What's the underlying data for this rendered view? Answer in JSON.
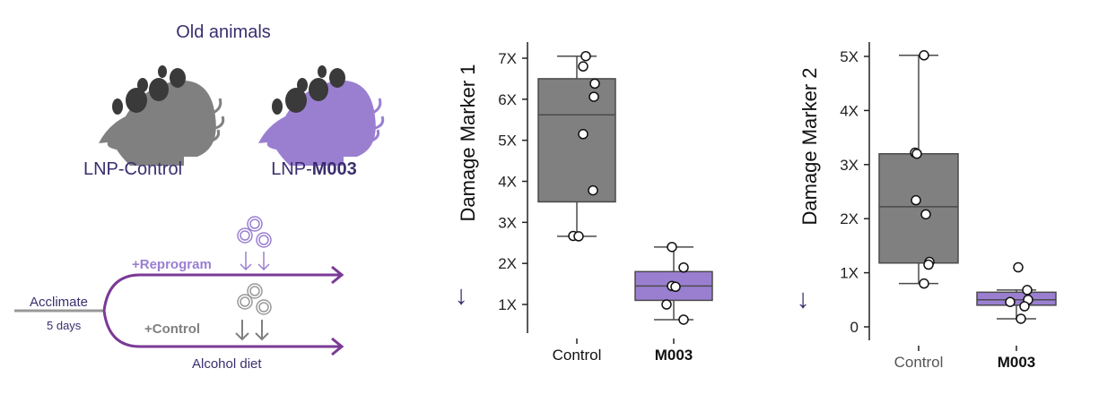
{
  "colors": {
    "navy": "#3b2e6e",
    "purple": "#9a7fd1",
    "purple_dark": "#7b3a96",
    "gray": "#808080",
    "dark": "#3a3a3a"
  },
  "diagram": {
    "title": "Old animals",
    "group_control_prefix": "LNP-Control",
    "group_treated_prefix": "LNP-",
    "group_treated_bold": "M003",
    "acclimate": "Acclimate",
    "acclimate_duration": "5 days",
    "branch_reprogram": "+Reprogram",
    "branch_control": "+Control",
    "diet": "Alcohol diet"
  },
  "chart_data": [
    {
      "type": "box",
      "ylabel": "Damage Marker 1",
      "ylabel_arrow": "↓",
      "yticks": [
        1,
        2,
        3,
        4,
        5,
        6,
        7
      ],
      "ytick_labels": [
        "1X",
        "2X",
        "3X",
        "4X",
        "5X",
        "6X",
        "7X"
      ],
      "ylim": [
        0.3,
        7.6
      ],
      "categories": [
        "Control",
        "M003"
      ],
      "groups": [
        {
          "name": "Control",
          "q1": 3.5,
          "median": 5.62,
          "q3": 6.5,
          "whisker_low": 2.66,
          "whisker_high": 7.05,
          "points": [
            7.05,
            6.8,
            6.38,
            6.06,
            5.15,
            3.78,
            2.67,
            2.66
          ]
        },
        {
          "name": "M003",
          "q1": 1.1,
          "median": 1.45,
          "q3": 1.8,
          "whisker_low": 0.63,
          "whisker_high": 2.4,
          "points": [
            2.4,
            1.9,
            1.45,
            1.43,
            1.0,
            0.63
          ]
        }
      ]
    },
    {
      "type": "box",
      "ylabel": "Damage Marker 2",
      "ylabel_arrow": "↓",
      "yticks": [
        0,
        1,
        2,
        3,
        4,
        5
      ],
      "ytick_labels": [
        "0",
        "1X",
        "2X",
        "3X",
        "4X",
        "5X"
      ],
      "ylim": [
        -0.1,
        5.3
      ],
      "categories": [
        "Control",
        "M003"
      ],
      "groups": [
        {
          "name": "Control",
          "q1": 1.18,
          "median": 2.22,
          "q3": 3.2,
          "whisker_low": 0.8,
          "whisker_high": 5.02,
          "points": [
            5.02,
            3.22,
            3.2,
            2.34,
            2.08,
            1.2,
            1.15,
            0.8
          ]
        },
        {
          "name": "M003",
          "q1": 0.4,
          "median": 0.5,
          "q3": 0.64,
          "whisker_low": 0.15,
          "whisker_high": 0.68,
          "points": [
            1.1,
            0.68,
            0.5,
            0.46,
            0.38,
            0.15
          ]
        }
      ]
    }
  ]
}
